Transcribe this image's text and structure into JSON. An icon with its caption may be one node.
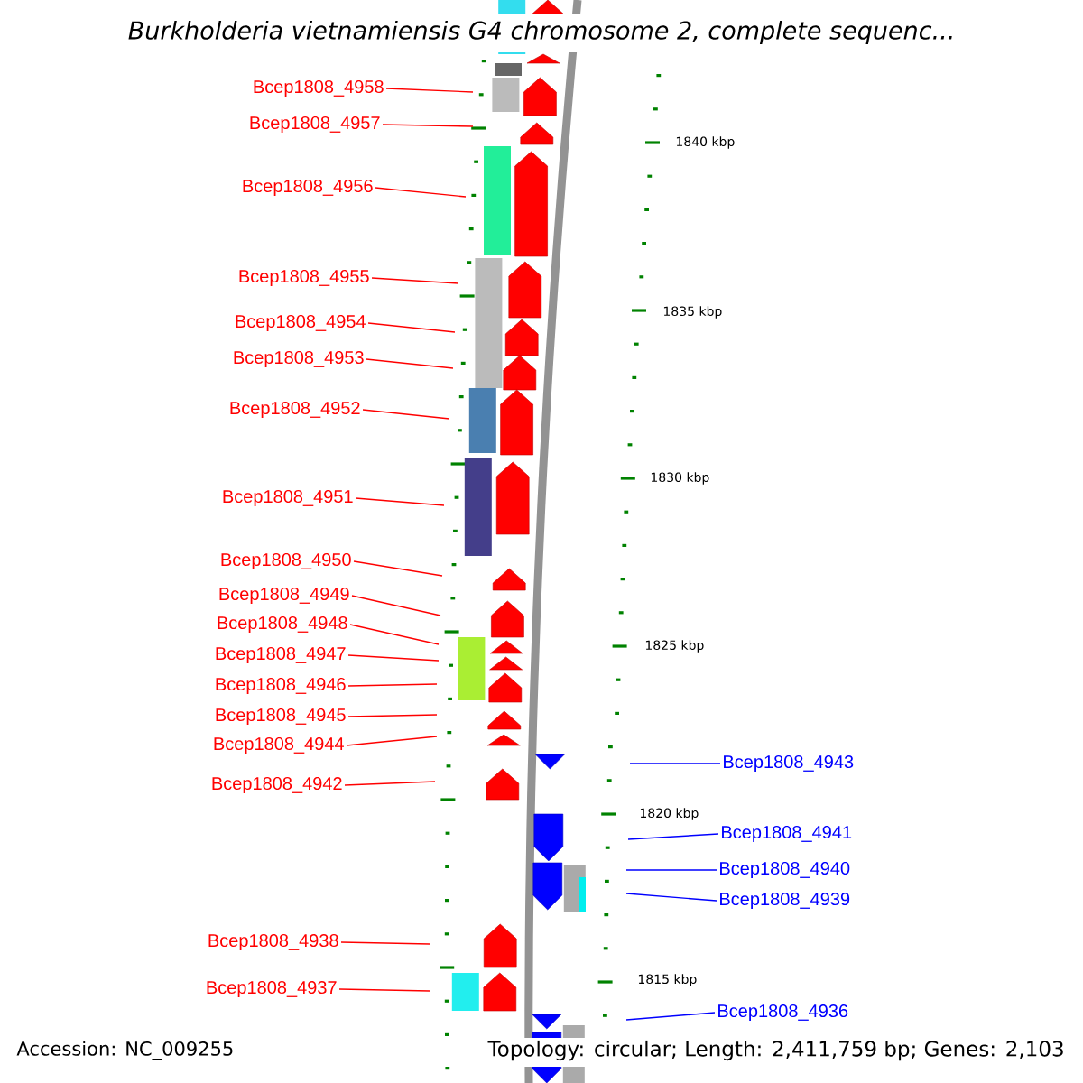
{
  "diagram": {
    "title": "Burkholderia vietnamiensis G4 chromosome 2, complete sequenc...",
    "nodes": [
      {
        "text": [
          "Bcep1808_4958"
        ]
      },
      {
        "text": [
          "Bcep1808_4957"
        ]
      },
      {
        "text": [
          "Bcep1808_4956"
        ]
      },
      {
        "text": [
          "Bcep1808_4955"
        ]
      },
      {
        "text": [
          "Bcep1808_4954"
        ]
      },
      {
        "text": [
          "Bcep1808_4953"
        ]
      },
      {
        "text": [
          "Bcep1808_4952"
        ]
      },
      {
        "text": [
          "Bcep1808_4951"
        ]
      },
      {
        "text": [
          "Bcep1808_4950"
        ]
      },
      {
        "text": [
          "Bcep1808_4949"
        ]
      },
      {
        "text": [
          "Bcep1808_4948"
        ]
      },
      {
        "text": [
          "Bcep1808_4947"
        ]
      },
      {
        "text": [
          "Bcep1808_4946"
        ]
      },
      {
        "text": [
          "Bcep1808_4945"
        ]
      },
      {
        "text": [
          "Bcep1808_4944"
        ]
      },
      {
        "text": [
          "Bcep1808_4942"
        ]
      },
      {
        "text": [
          "Bcep1808_4938"
        ]
      },
      {
        "text": [
          "Bcep1808_4937"
        ]
      },
      {
        "text": [
          "Bcep1808_4943"
        ]
      },
      {
        "text": [
          "Bcep1808_4941"
        ]
      },
      {
        "text": [
          "Bcep1808_4940"
        ]
      },
      {
        "text": [
          "Bcep1808_4939"
        ]
      },
      {
        "text": [
          "Bcep1808_4936"
        ]
      }
    ],
    "edges": [
      {
        "from": 0,
        "to": null,
        "arrow": "none"
      },
      {
        "from": 1,
        "to": null,
        "arrow": "none"
      },
      {
        "from": 2,
        "to": null,
        "arrow": "none"
      },
      {
        "from": 3,
        "to": null,
        "arrow": "none"
      },
      {
        "from": 4,
        "to": null,
        "arrow": "none"
      },
      {
        "from": 5,
        "to": null,
        "arrow": "none"
      },
      {
        "from": 6,
        "to": null,
        "arrow": "none"
      },
      {
        "from": 7,
        "to": null,
        "arrow": "none"
      },
      {
        "from": 8,
        "to": null,
        "arrow": "none"
      },
      {
        "from": 9,
        "to": null,
        "arrow": "none"
      },
      {
        "from": 10,
        "to": null,
        "arrow": "none"
      },
      {
        "from": 11,
        "to": null,
        "arrow": "none"
      },
      {
        "from": 12,
        "to": null,
        "arrow": "none"
      },
      {
        "from": 13,
        "to": null,
        "arrow": "none"
      },
      {
        "from": 14,
        "to": null,
        "arrow": "none"
      },
      {
        "from": 15,
        "to": null,
        "arrow": "none"
      },
      {
        "from": 16,
        "to": null,
        "arrow": "none"
      },
      {
        "from": 17,
        "to": null,
        "arrow": "none"
      },
      {
        "from": 18,
        "to": null,
        "arrow": "none",
        "color": "#0000ff"
      },
      {
        "from": 19,
        "to": null,
        "arrow": "none",
        "color": "#0000ff"
      },
      {
        "from": 20,
        "to": null,
        "arrow": "none",
        "color": "#0000ff"
      },
      {
        "from": 21,
        "to": null,
        "arrow": "none",
        "color": "#0000ff"
      },
      {
        "from": 22,
        "to": null,
        "arrow": "none",
        "color": "#0000ff"
      }
    ],
    "labels": [
      "1840 kbp",
      "1835 kbp",
      "1830 kbp",
      "1825 kbp",
      "1820 kbp",
      "1815 kbp",
      "Accession: NC_009255",
      "Topology: circular; Length: 2,411,759 bp; Genes: 2,103"
    ]
  }
}
